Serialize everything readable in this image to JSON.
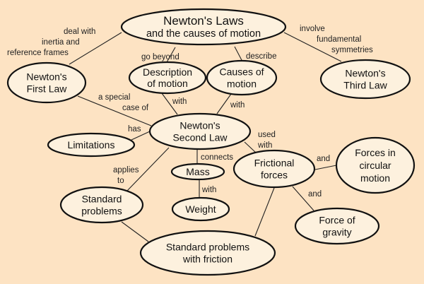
{
  "colors": {
    "background": "#FDE3C3",
    "node_fill": "#FDF1DE",
    "node_stroke": "#111111",
    "edge": "#222222",
    "text": "#111111"
  },
  "nodes": [
    {
      "id": "laws",
      "lines": [
        "Newton's Laws",
        "and the causes of motion"
      ]
    },
    {
      "id": "first",
      "lines": [
        "Newton's",
        "First Law"
      ]
    },
    {
      "id": "description",
      "lines": [
        "Description",
        "of motion"
      ]
    },
    {
      "id": "causes",
      "lines": [
        "Causes of",
        "motion"
      ]
    },
    {
      "id": "third",
      "lines": [
        "Newton's",
        "Third Law"
      ]
    },
    {
      "id": "second",
      "lines": [
        "Newton's",
        "Second Law"
      ]
    },
    {
      "id": "limitations",
      "lines": [
        "Limitations"
      ]
    },
    {
      "id": "mass",
      "lines": [
        "Mass"
      ]
    },
    {
      "id": "frictional",
      "lines": [
        "Frictional",
        "forces"
      ]
    },
    {
      "id": "circular",
      "lines": [
        "Forces in",
        "circular",
        "motion"
      ]
    },
    {
      "id": "standard",
      "lines": [
        "Standard",
        "problems"
      ]
    },
    {
      "id": "weight",
      "lines": [
        "Weight"
      ]
    },
    {
      "id": "gravity",
      "lines": [
        "Force of",
        "gravity"
      ]
    },
    {
      "id": "friction_problems",
      "lines": [
        "Standard problems",
        "with friction"
      ]
    }
  ],
  "edges": [
    {
      "from": "laws",
      "to": "first",
      "label": [
        "deal with",
        "inertia and",
        "reference frames"
      ]
    },
    {
      "from": "laws",
      "to": "description",
      "label": [
        "go beyond"
      ]
    },
    {
      "from": "laws",
      "to": "causes",
      "label": [
        "describe"
      ]
    },
    {
      "from": "laws",
      "to": "third",
      "label": [
        "involve",
        "fundamental",
        "symmetries"
      ]
    },
    {
      "from": "first",
      "to": "second",
      "label": [
        "a special",
        "case of"
      ]
    },
    {
      "from": "description",
      "to": "second",
      "label": [
        "with"
      ]
    },
    {
      "from": "causes",
      "to": "second",
      "label": [
        "with"
      ]
    },
    {
      "from": "second",
      "to": "limitations",
      "label": [
        "has"
      ]
    },
    {
      "from": "second",
      "to": "mass",
      "label": [
        "connects"
      ]
    },
    {
      "from": "mass",
      "to": "weight",
      "label": [
        "with"
      ]
    },
    {
      "from": "second",
      "to": "frictional",
      "label": [
        "used",
        "with"
      ]
    },
    {
      "from": "second",
      "to": "standard",
      "label": [
        "applies",
        "to"
      ]
    },
    {
      "from": "frictional",
      "to": "circular",
      "label": [
        "and"
      ]
    },
    {
      "from": "frictional",
      "to": "gravity",
      "label": [
        "and"
      ]
    },
    {
      "from": "frictional",
      "to": "friction_problems",
      "label": []
    },
    {
      "from": "standard",
      "to": "friction_problems",
      "label": []
    }
  ]
}
